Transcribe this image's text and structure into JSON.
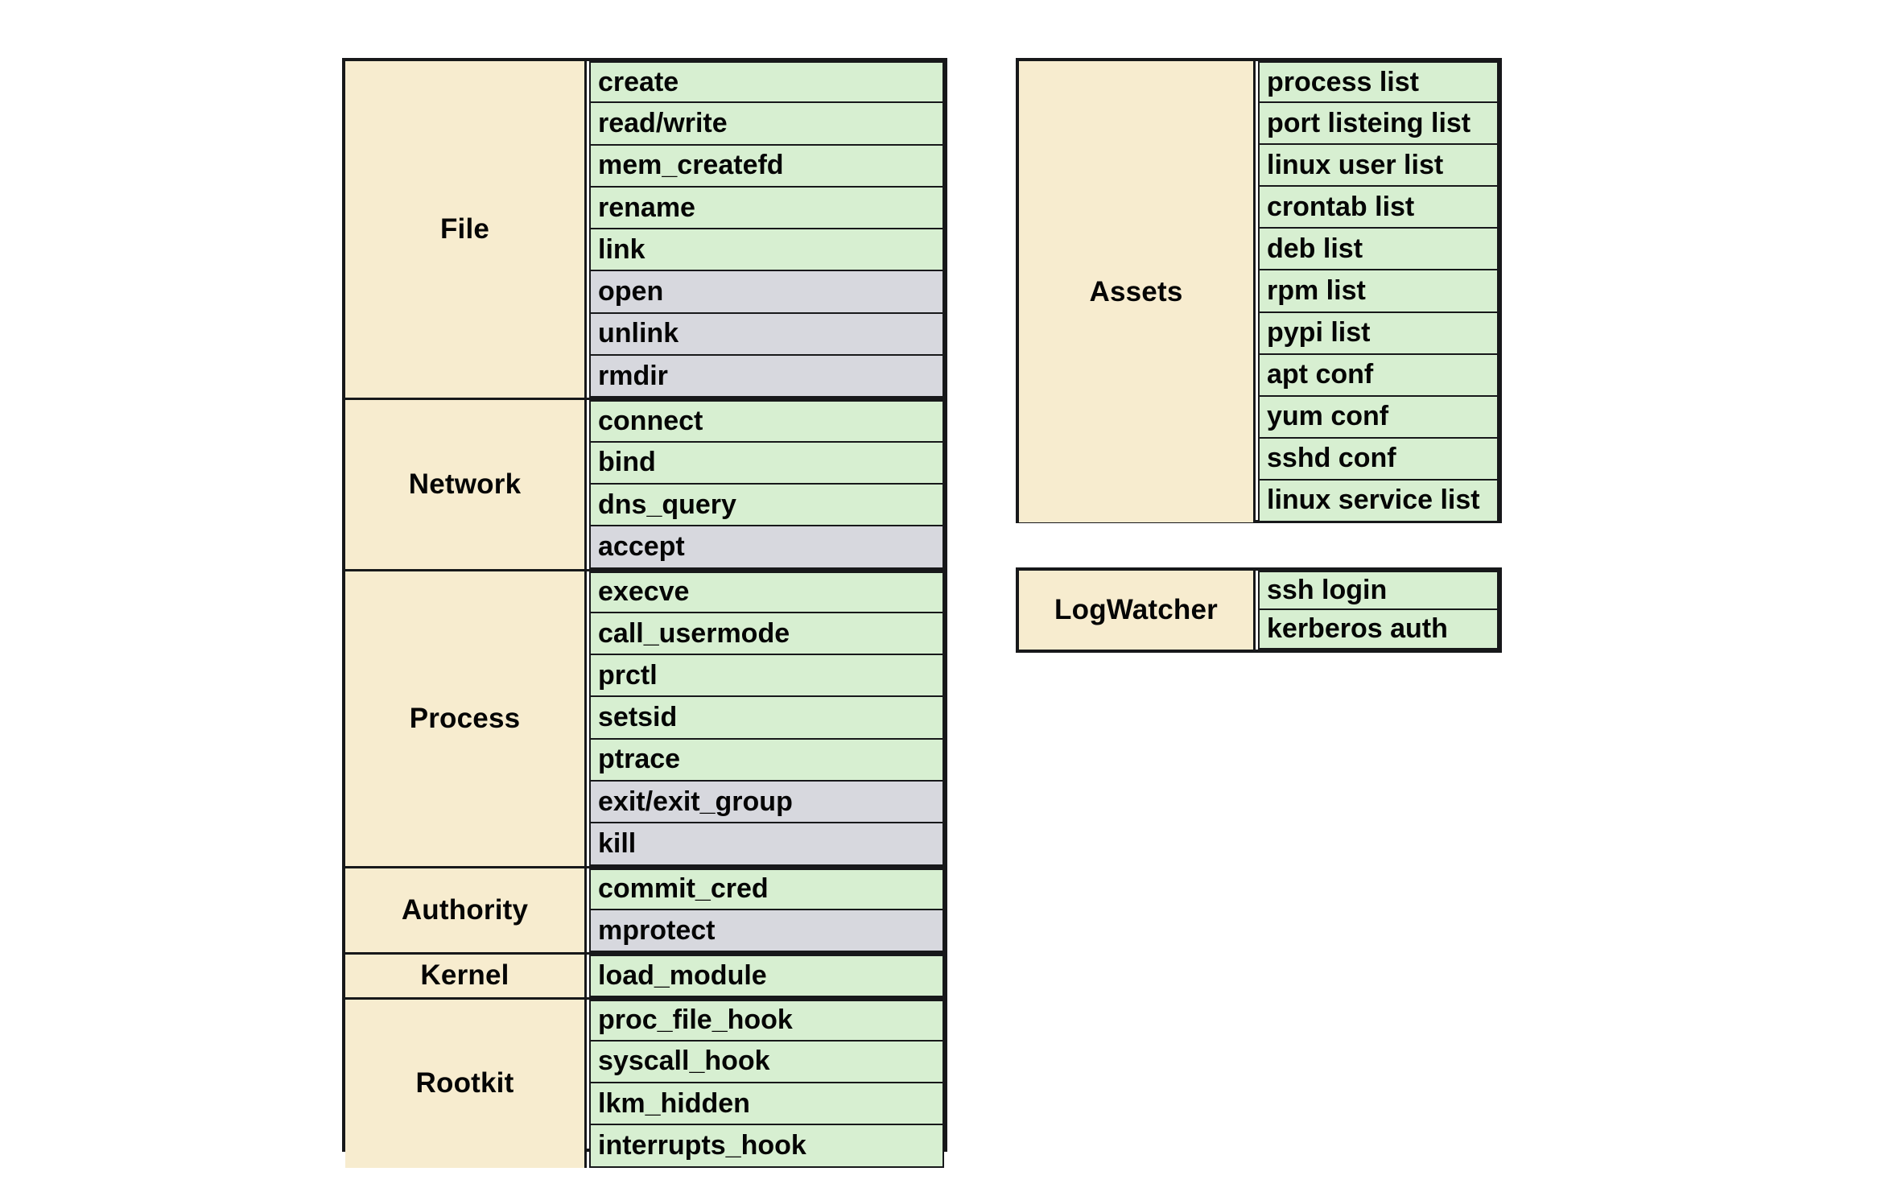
{
  "colors": {
    "category_background": "#F7ECCF",
    "item_enabled_background": "#D7EFD1",
    "item_disabled_background": "#D7D8DE",
    "border": "#17181A",
    "text": "#050505",
    "page_background": "#FFFFFF"
  },
  "left_table": {
    "groups": [
      {
        "label": "File",
        "items": [
          {
            "label": "create",
            "state": "green"
          },
          {
            "label": "read/write",
            "state": "green"
          },
          {
            "label": "mem_createfd",
            "state": "green"
          },
          {
            "label": "rename",
            "state": "green"
          },
          {
            "label": "link",
            "state": "green"
          },
          {
            "label": "open",
            "state": "gray"
          },
          {
            "label": "unlink",
            "state": "gray"
          },
          {
            "label": "rmdir",
            "state": "gray"
          }
        ]
      },
      {
        "label": "Network",
        "items": [
          {
            "label": "connect",
            "state": "green"
          },
          {
            "label": "bind",
            "state": "green"
          },
          {
            "label": "dns_query",
            "state": "green"
          },
          {
            "label": "accept",
            "state": "gray"
          }
        ]
      },
      {
        "label": "Process",
        "items": [
          {
            "label": "execve",
            "state": "green"
          },
          {
            "label": "call_usermode",
            "state": "green"
          },
          {
            "label": "prctl",
            "state": "green"
          },
          {
            "label": "setsid",
            "state": "green"
          },
          {
            "label": "ptrace",
            "state": "green"
          },
          {
            "label": "exit/exit_group",
            "state": "gray"
          },
          {
            "label": "kill",
            "state": "gray"
          }
        ]
      },
      {
        "label": "Authority",
        "items": [
          {
            "label": "commit_cred",
            "state": "green"
          },
          {
            "label": "mprotect",
            "state": "gray"
          }
        ]
      },
      {
        "label": "Kernel",
        "items": [
          {
            "label": "load_module",
            "state": "green"
          }
        ]
      },
      {
        "label": "Rootkit",
        "items": [
          {
            "label": "proc_file_hook",
            "state": "green"
          },
          {
            "label": "syscall_hook",
            "state": "green"
          },
          {
            "label": "lkm_hidden",
            "state": "green"
          },
          {
            "label": "interrupts_hook",
            "state": "green"
          }
        ]
      }
    ]
  },
  "assets_table": {
    "groups": [
      {
        "label": "Assets",
        "items": [
          {
            "label": "process list",
            "state": "green"
          },
          {
            "label": "port listeing list",
            "state": "green"
          },
          {
            "label": "linux user list",
            "state": "green"
          },
          {
            "label": "crontab list",
            "state": "green"
          },
          {
            "label": "deb list",
            "state": "green"
          },
          {
            "label": "rpm list",
            "state": "green"
          },
          {
            "label": "pypi list",
            "state": "green"
          },
          {
            "label": "apt conf",
            "state": "green"
          },
          {
            "label": "yum conf",
            "state": "green"
          },
          {
            "label": "sshd conf",
            "state": "green"
          },
          {
            "label": "linux service list",
            "state": "green"
          }
        ]
      }
    ]
  },
  "logwatcher_table": {
    "groups": [
      {
        "label": "LogWatcher",
        "items": [
          {
            "label": "ssh login",
            "state": "green"
          },
          {
            "label": "kerberos auth",
            "state": "green"
          }
        ]
      }
    ]
  }
}
